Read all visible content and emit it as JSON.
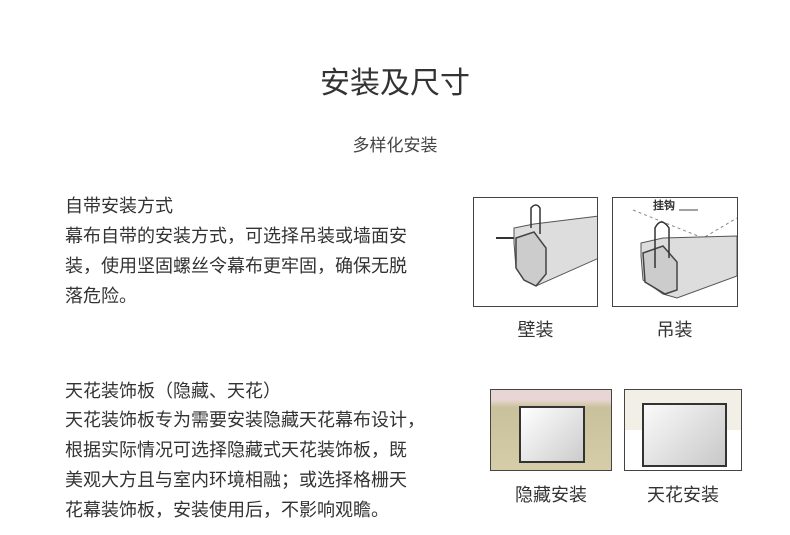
{
  "header": {
    "title": "安装及尺寸",
    "subtitle": "多样化安装"
  },
  "section1": {
    "heading": "自带安装方式",
    "body": "幕布自带的安装方式，可选择吊装或墙面安\n装，使用坚固螺丝令幕布更牢固，确保无脱\n落危险。",
    "images": [
      {
        "caption": "壁装"
      },
      {
        "caption": "吊装",
        "label": "挂钩"
      }
    ]
  },
  "section2": {
    "heading": "天花装饰板（隐藏、天花）",
    "body": "天花装饰板专为需要安装隐藏天花幕布设计，\n根据实际情况可选择隐藏式天花装饰板，既\n美观大方且与室内环境相融；或选择格栅天\n花幕装饰板，安装使用后，不影响观瞻。",
    "images": [
      {
        "caption": "隐藏安装"
      },
      {
        "caption": "天花安装"
      }
    ]
  }
}
